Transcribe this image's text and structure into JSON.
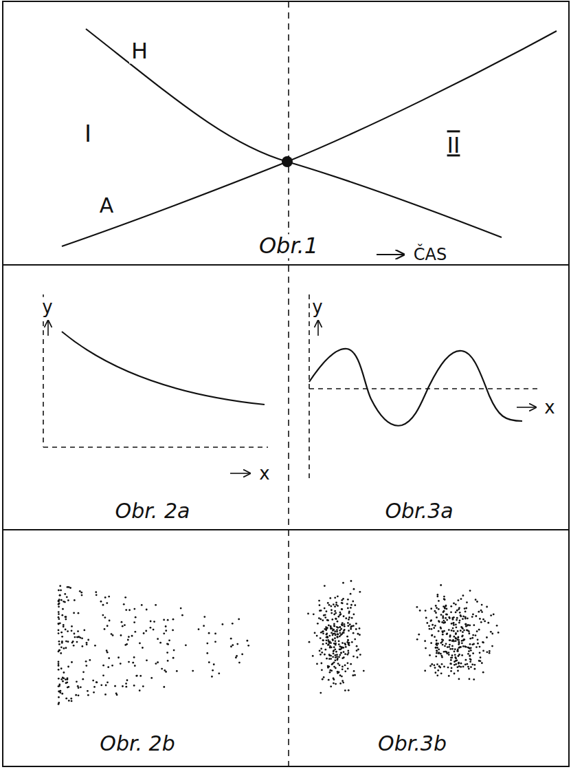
{
  "diagram": {
    "labels": [
      "H",
      "I",
      "II",
      "A",
      "Obr.1",
      "ČAS",
      "y",
      "x",
      "Obr. 2a",
      "y",
      "x",
      "Obr.3a",
      "Obr. 2b",
      "Obr.3b"
    ]
  }
}
